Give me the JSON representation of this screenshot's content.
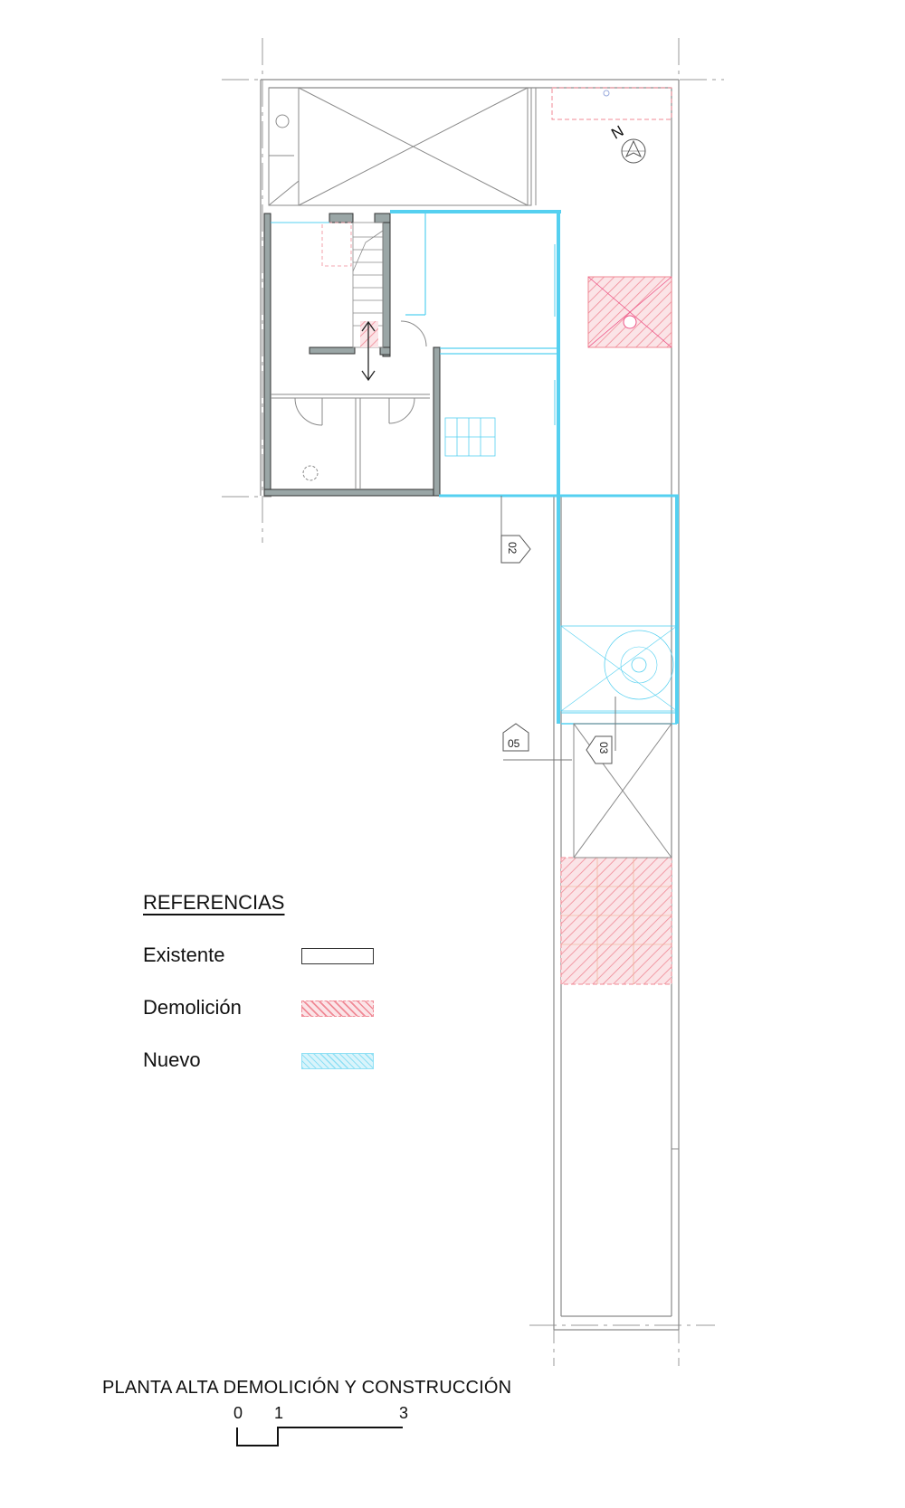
{
  "legend": {
    "title": "REFERENCIAS",
    "items": [
      {
        "label": "Existente",
        "swatch": "existing"
      },
      {
        "label": "Demolición",
        "swatch": "demolition"
      },
      {
        "label": "Nuevo",
        "swatch": "new"
      }
    ]
  },
  "plan": {
    "title": "PLANTA  ALTA DEMOLICIÓN Y CONSTRUCCIÓN",
    "north_label": "N",
    "section_marks": [
      "02",
      "05",
      "03"
    ]
  },
  "scale_bar": {
    "labels": [
      "0",
      "1",
      "3"
    ]
  },
  "colors": {
    "existing_wall": "#9aa6a6",
    "demolition": "#f08a96",
    "new": "#55d0f0",
    "lines": "#8a8a8a"
  },
  "icons": [
    "north-arrow-icon",
    "double-arrow-icon",
    "section-marker-icon"
  ]
}
